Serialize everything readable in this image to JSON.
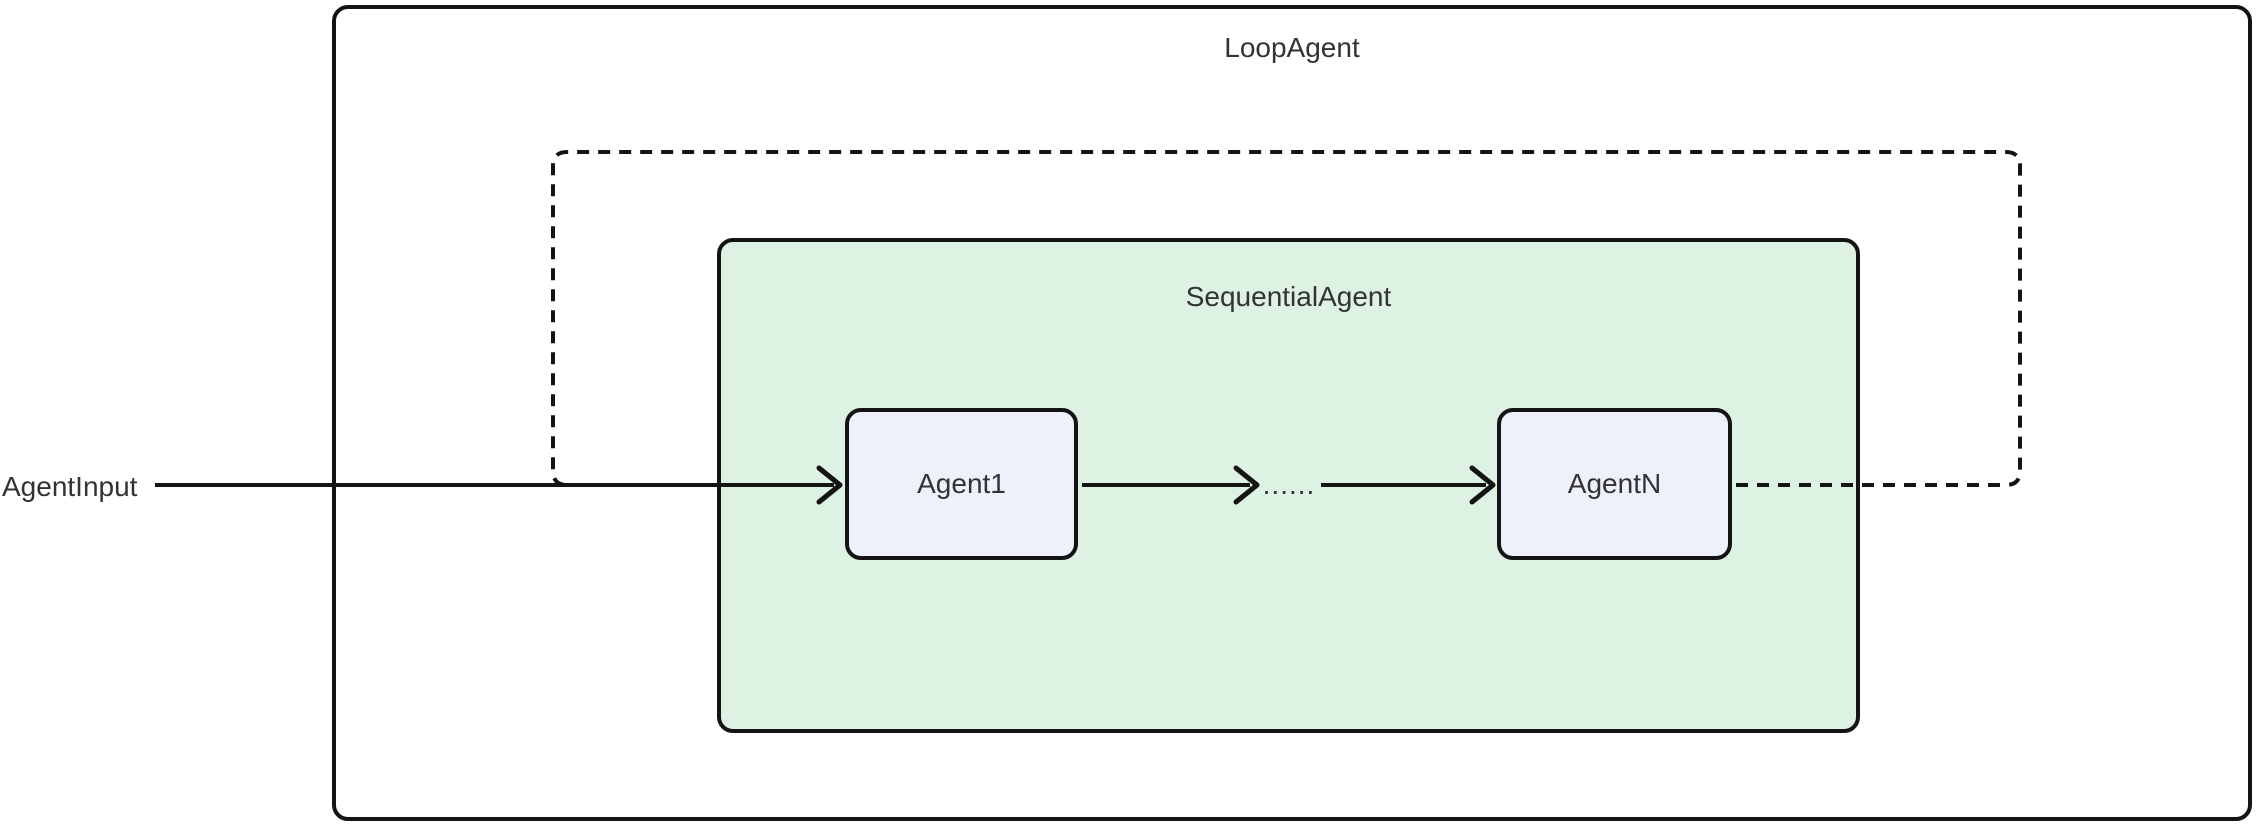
{
  "diagram": {
    "type": "flowchart",
    "loop_agent": {
      "label": "LoopAgent"
    },
    "sequential_agent": {
      "label": "SequentialAgent"
    },
    "nodes": {
      "agent_input": {
        "label": "AgentInput"
      },
      "agent1": {
        "label": "Agent1"
      },
      "agent_n": {
        "label": "AgentN"
      },
      "ellipsis": {
        "label": "......"
      }
    },
    "edges": [
      {
        "from": "AgentInput",
        "to": "Agent1",
        "style": "solid",
        "arrowhead": true
      },
      {
        "from": "Agent1",
        "to": "......",
        "style": "solid",
        "arrowhead": true
      },
      {
        "from": "......",
        "to": "AgentN",
        "style": "solid",
        "arrowhead": true
      },
      {
        "from": "AgentN",
        "to": "Agent1",
        "style": "dashed",
        "arrowhead": false,
        "meaning": "loop back"
      }
    ],
    "colors": {
      "background": "#ffffff",
      "sequential_agent_fill": "#def2e4",
      "node_fill": "#eef1fb",
      "line": "#141414",
      "text": "#333333"
    }
  }
}
